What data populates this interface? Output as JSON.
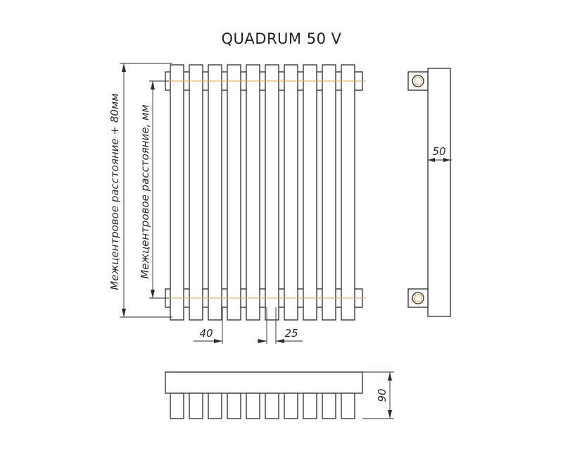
{
  "title": "QUADRUM 50 V",
  "labels": {
    "outer_vertical": "Межцентровое расстояние + 80мм",
    "inner_vertical": "Межцентровое расстояние, мм",
    "depth": "50",
    "pitch": "40",
    "tube_width": "25",
    "height_bottom": "90"
  },
  "colors": {
    "line": "#2b2b2b",
    "axis": "#e8a04a",
    "background": "#ffffff"
  },
  "tube_count": 10
}
